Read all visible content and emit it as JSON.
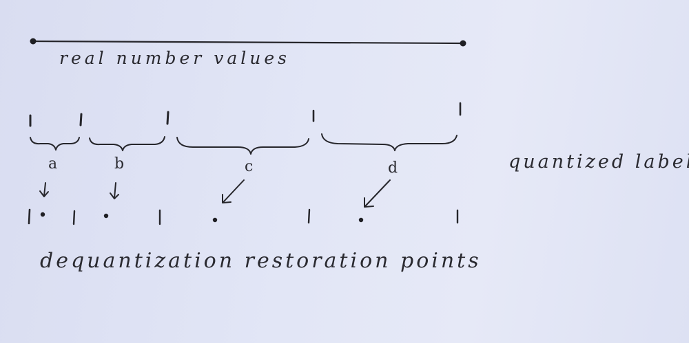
{
  "whiteboard": {
    "top_line_label": "real number values",
    "quantized_labels_caption": "quantized labels",
    "restoration_caption": "dequantization restoration points",
    "bin_letters": [
      "a",
      "b",
      "c",
      "d"
    ],
    "ink_color": "#26262b",
    "board_color": "#e2e6f6"
  }
}
